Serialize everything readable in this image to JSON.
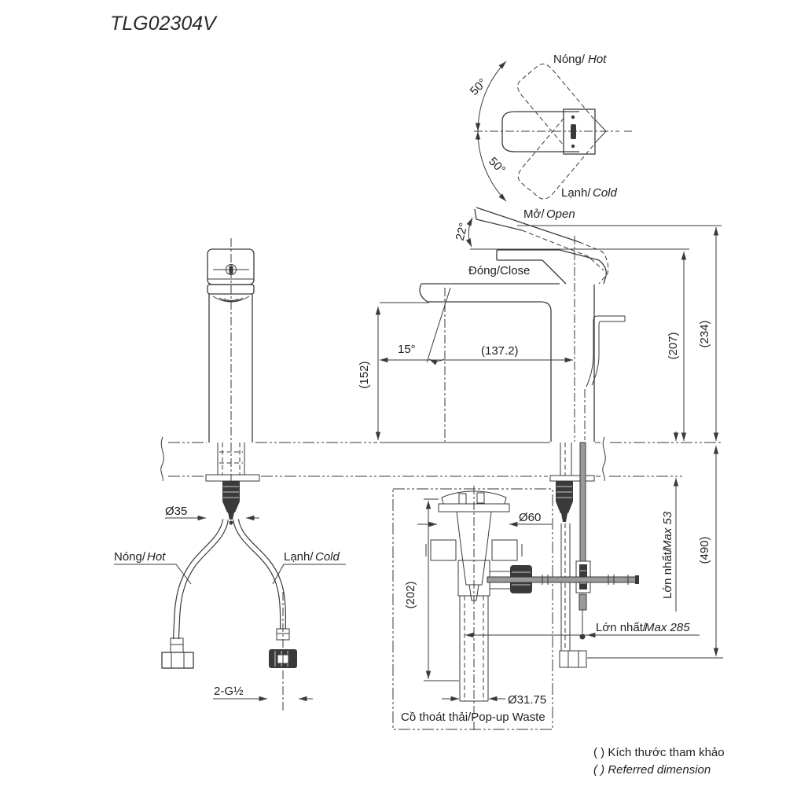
{
  "title": "TLG02304V",
  "top_view": {
    "hot_vi": "Nóng/",
    "hot_en": "Hot",
    "cold_vi": "Lạnh/",
    "cold_en": "Cold",
    "angle_upper": "50°",
    "angle_lower": "50°"
  },
  "handle": {
    "open_vi": "Mở/",
    "open_en": "Open",
    "close_label": "Đóng/Close",
    "open_angle": "22°"
  },
  "side_view": {
    "spout_reach": "(137.2)",
    "spout_height": "(152)",
    "spout_angle": "15°",
    "closed_height": "(207)",
    "open_height": "(234)"
  },
  "front_view": {
    "body_dia": "Ø35",
    "hot_vi": "Nóng/",
    "hot_en": "Hot",
    "cold_vi": "Lạnh/",
    "cold_en": "Cold",
    "thread": "2-G½"
  },
  "popup_waste": {
    "flange_dia": "Ø60",
    "height": "(202)",
    "pipe_dia": "Ø31.75",
    "caption": "Cồ thoát thải/Pop-up Waste"
  },
  "installation": {
    "max_deck_vi": "Lớn nhất/",
    "max_deck_en": "Max 53",
    "total_height": "(490)",
    "max_rod_vi": "Lớn nhất/",
    "max_rod_en": "Max 285"
  },
  "legend": {
    "referred_vi": "( ) Kích thước tham khảo",
    "referred_en": "( ) Referred dimension"
  }
}
